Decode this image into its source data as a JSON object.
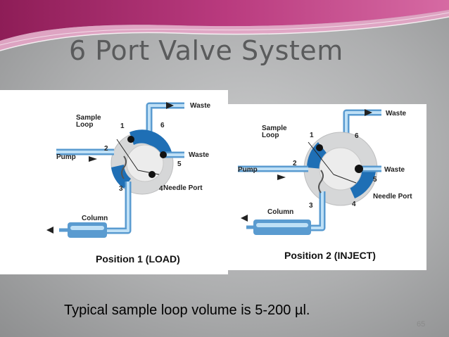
{
  "slide": {
    "title": "6 Port Valve System",
    "caption": "Typical sample loop volume is 5-200 µl.",
    "page_number": "65"
  },
  "diagram_load": {
    "caption": "Position 1 (LOAD)",
    "labels": {
      "sample_loop_1": "Sample",
      "sample_loop_2": "Loop",
      "pump": "Pump",
      "column": "Column",
      "waste_top": "Waste",
      "waste_right": "Waste",
      "needle_port": "Needle Port"
    },
    "ports": [
      "1",
      "2",
      "3",
      "4",
      "5",
      "6"
    ]
  },
  "diagram_inject": {
    "caption": "Position 2 (INJECT)",
    "labels": {
      "sample_loop_1": "Sample",
      "sample_loop_2": "Loop",
      "pump": "Pump",
      "column": "Column",
      "waste_top": "Waste",
      "waste_right": "Waste",
      "needle_port": "Needle Port"
    },
    "ports": [
      "1",
      "2",
      "3",
      "4",
      "5",
      "6"
    ]
  },
  "colors": {
    "banner_magenta": "#b0286f",
    "banner_pink": "#e7a9c8",
    "valve_blue": "#1f6fb5",
    "tube_blue": "#8fc0e6",
    "valve_gray": "#d9dadb"
  }
}
